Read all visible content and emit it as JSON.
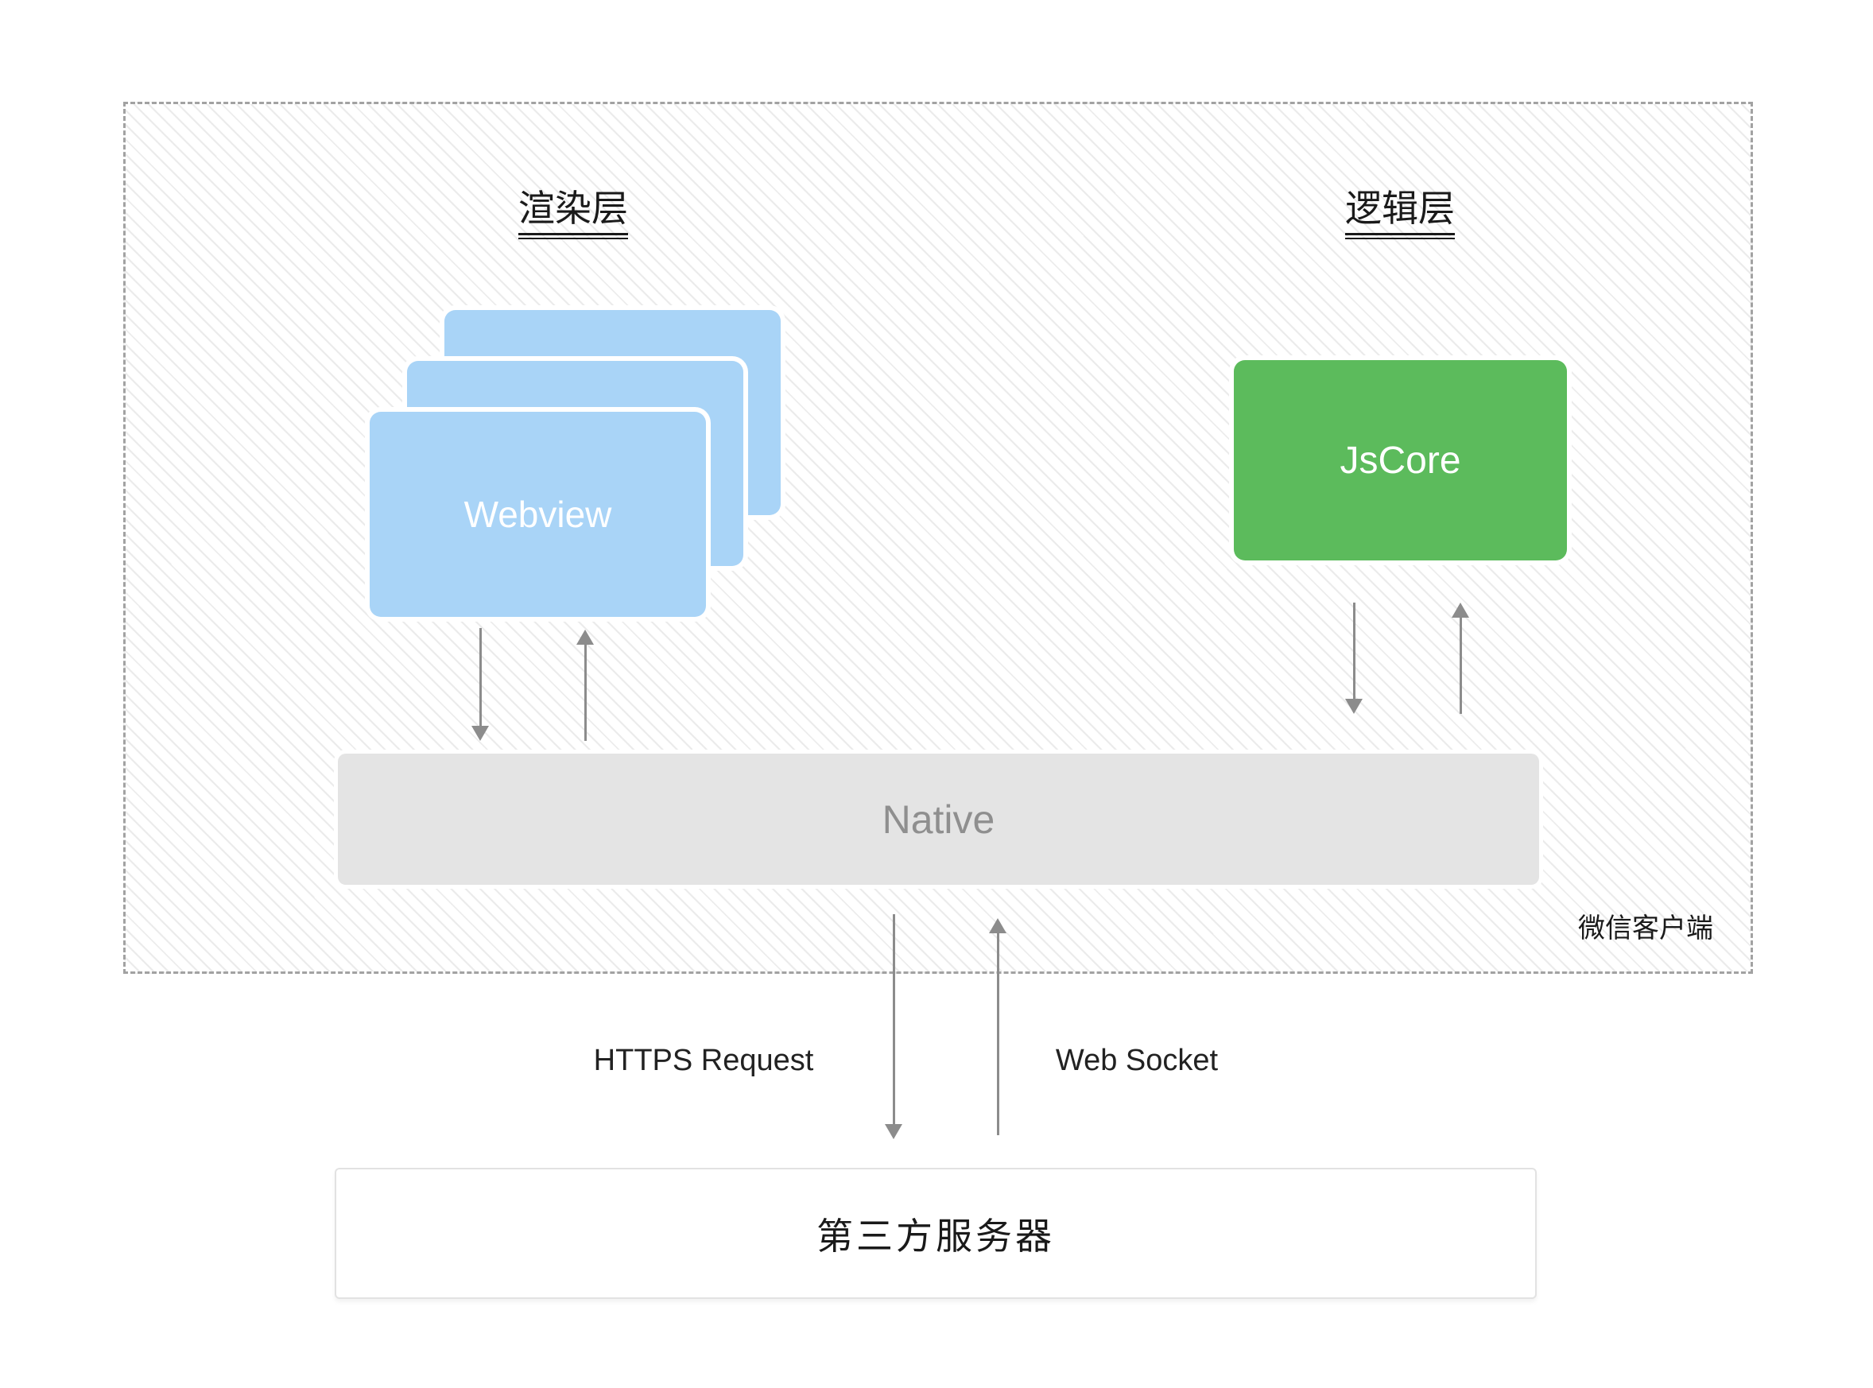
{
  "wechat_client": {
    "label": "微信客户端",
    "render_layer": {
      "title": "渲染层",
      "webview_label": "Webview"
    },
    "logic_layer": {
      "title": "逻辑层",
      "jscore_label": "JsCore"
    },
    "native": {
      "label": "Native"
    }
  },
  "network": {
    "https_label": "HTTPS Request",
    "websocket_label": "Web Socket"
  },
  "server": {
    "label": "第三方服务器"
  },
  "colors": {
    "webview_blue": "#A9D4F7",
    "jscore_green": "#5CBB5C",
    "native_gray": "#E4E4E4",
    "arrow_gray": "#8C8C8C",
    "dashed_border_gray": "#A2A2A2",
    "hatch_line_gray": "#EAEAEA",
    "text_dark": "#1A1A1A",
    "native_text_gray": "#8F8F8F"
  }
}
